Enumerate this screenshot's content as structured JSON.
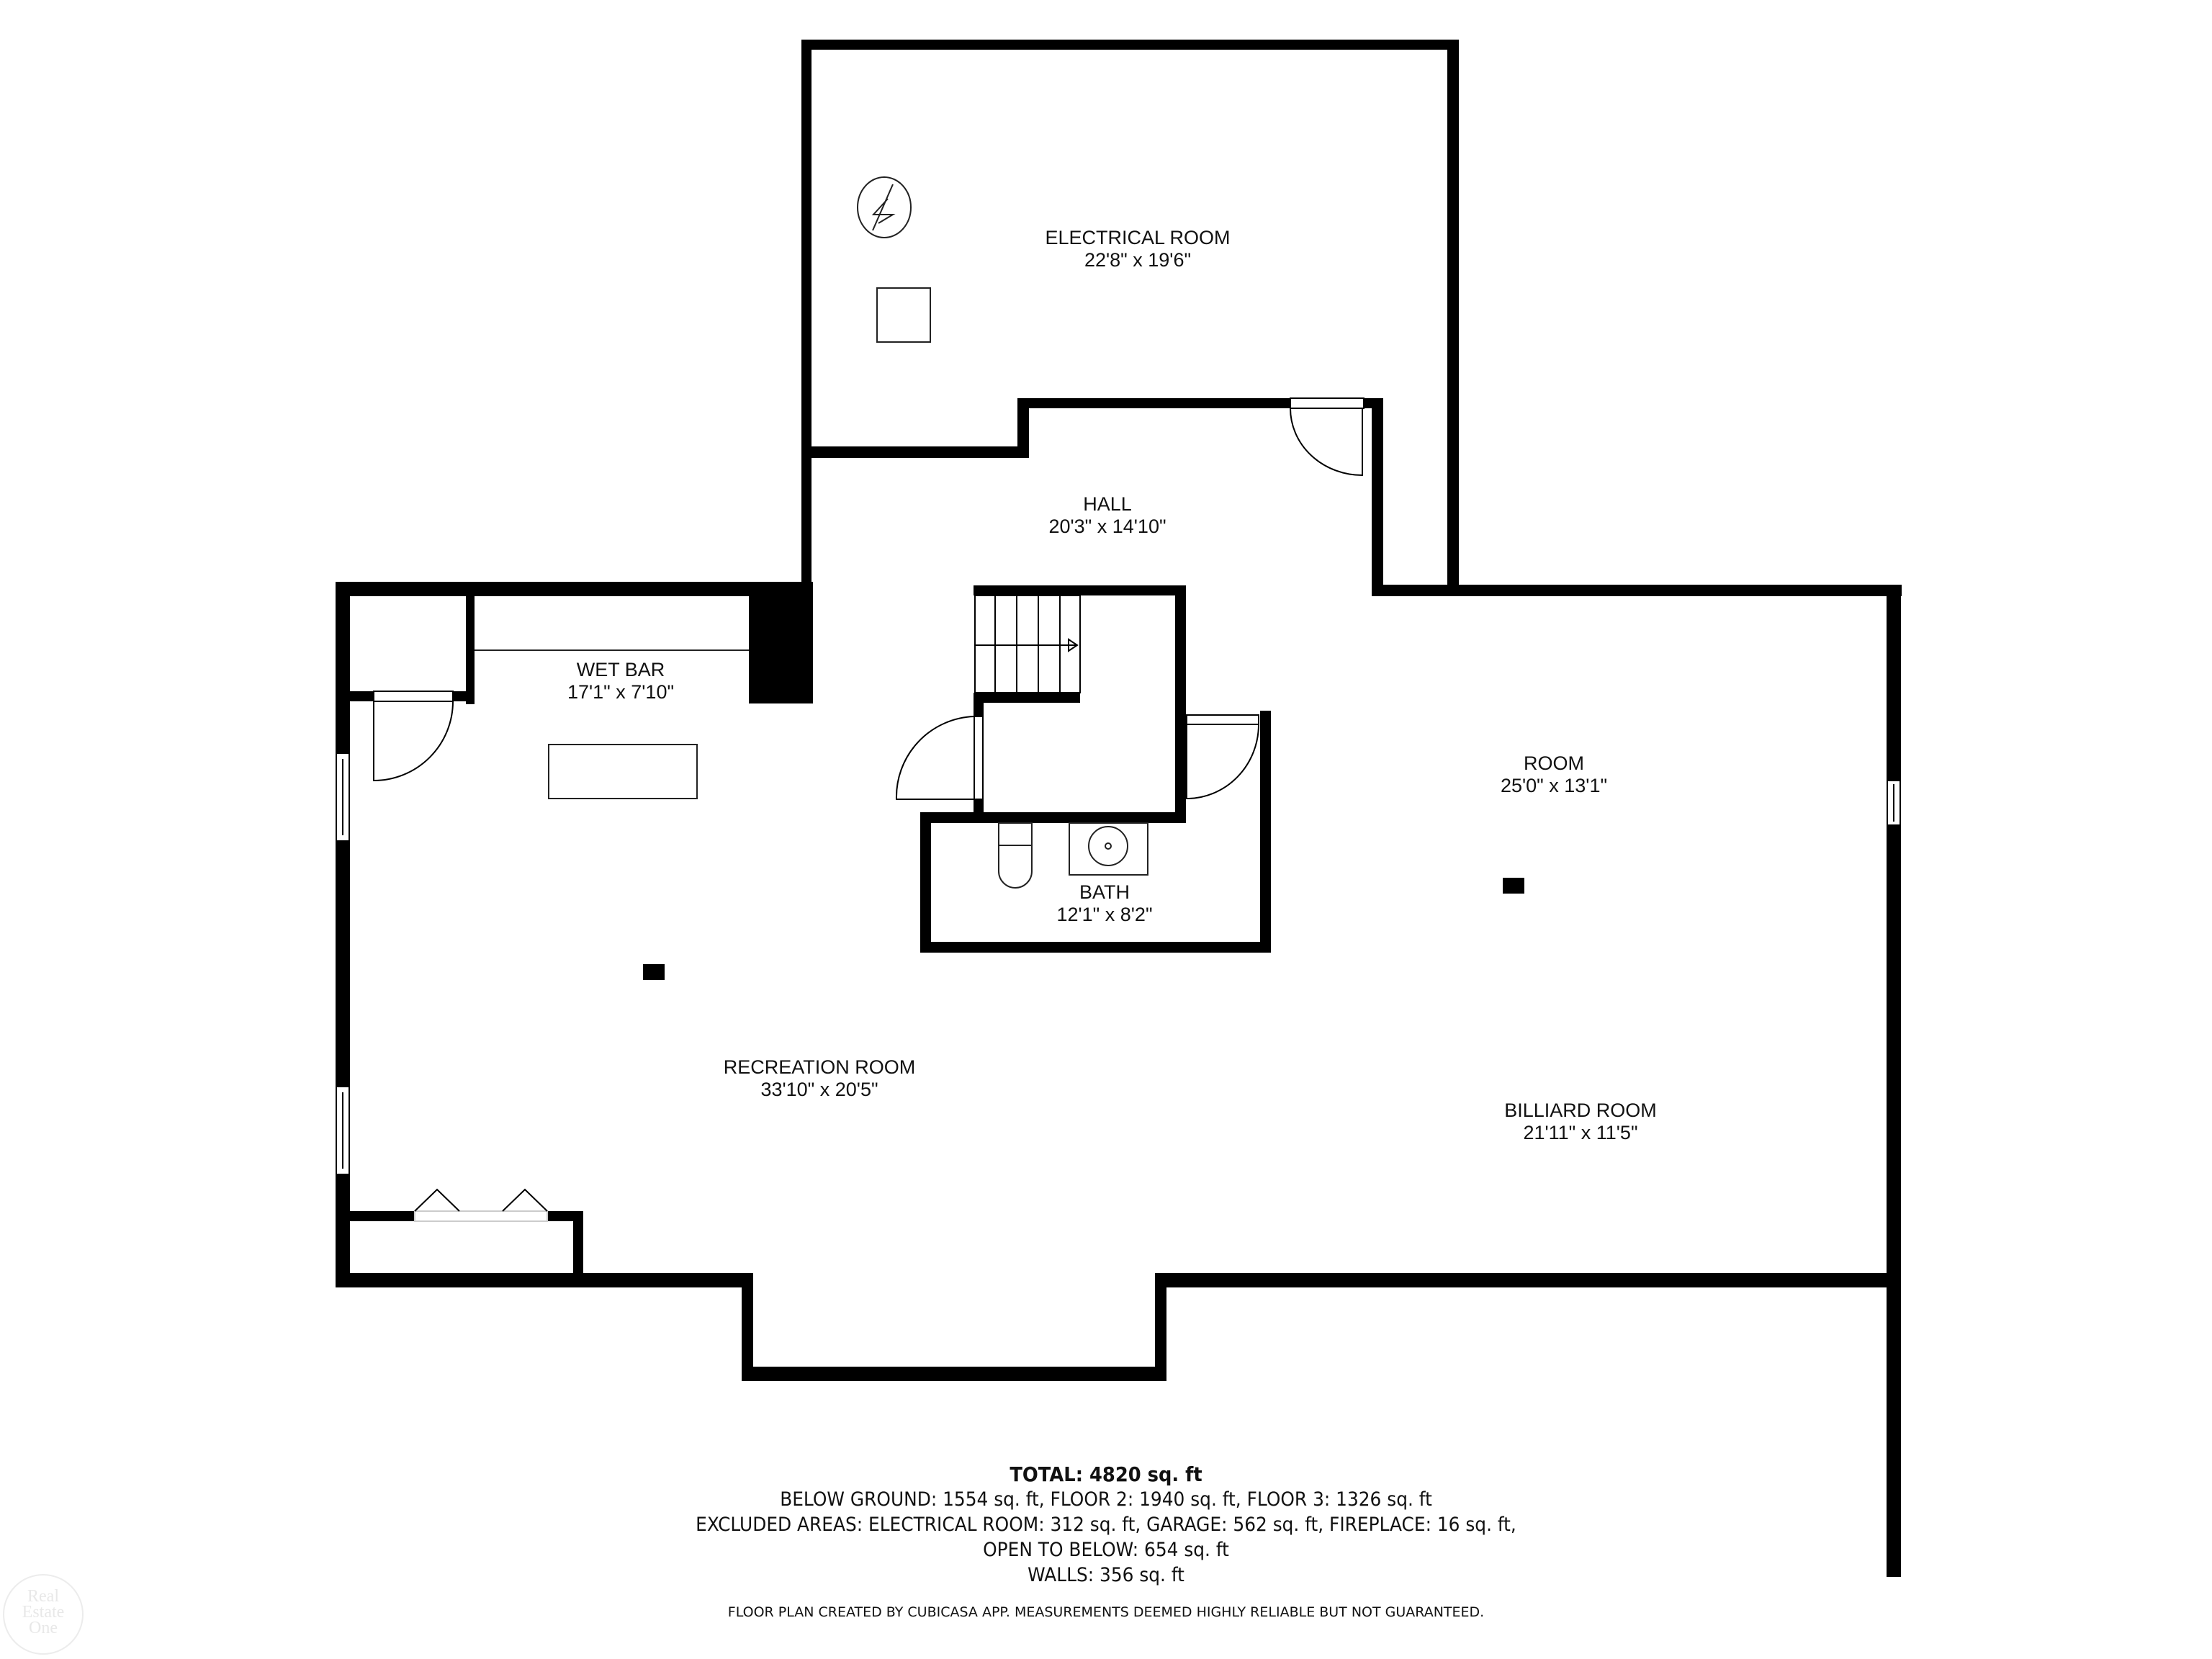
{
  "colors": {
    "wall": "#000000",
    "fixture_line": "#222222",
    "background": "#ffffff",
    "watermark": "#e6e6e6"
  },
  "rooms": [
    {
      "id": "electrical-room",
      "name": "ELECTRICAL ROOM",
      "dimensions": "22'8\" x 19'6\""
    },
    {
      "id": "hall",
      "name": "HALL",
      "dimensions": "20'3\" x 14'10\""
    },
    {
      "id": "wet-bar",
      "name": "WET BAR",
      "dimensions": "17'1\" x 7'10\""
    },
    {
      "id": "room",
      "name": "ROOM",
      "dimensions": "25'0\" x 13'1\""
    },
    {
      "id": "bath",
      "name": "BATH",
      "dimensions": "12'1\" x 8'2\""
    },
    {
      "id": "recreation-room",
      "name": "RECREATION ROOM",
      "dimensions": "33'10\" x 20'5\""
    },
    {
      "id": "billiard-room",
      "name": "BILLIARD ROOM",
      "dimensions": "21'11\" x 11'5\""
    }
  ],
  "icons": {
    "electrical_panel": "electrical-panel-icon",
    "water_heater": "square-fixture-icon",
    "stairs_arrow": "stairs-direction-arrow-icon",
    "toilet": "toilet-icon",
    "sink": "sink-icon",
    "fireplace": "fireplace-icon",
    "window": "window-icon",
    "door": "door-swing-icon"
  },
  "footer": {
    "total": "TOTAL: 4820 sq. ft",
    "floors": "BELOW GROUND: 1554 sq. ft, FLOOR 2: 1940 sq. ft, FLOOR 3: 1326 sq. ft",
    "excluded": "EXCLUDED AREAS: ELECTRICAL ROOM: 312 sq. ft, GARAGE: 562 sq. ft, FIREPLACE: 16 sq. ft,",
    "open_to_below": "OPEN TO BELOW: 654 sq. ft",
    "walls": "WALLS: 356 sq. ft",
    "disclaimer": "FLOOR PLAN CREATED BY CUBICASA APP. MEASUREMENTS DEEMED HIGHLY RELIABLE BUT NOT GUARANTEED."
  },
  "watermark": {
    "line1": "Real",
    "line2": "Estate",
    "line3": "One"
  }
}
